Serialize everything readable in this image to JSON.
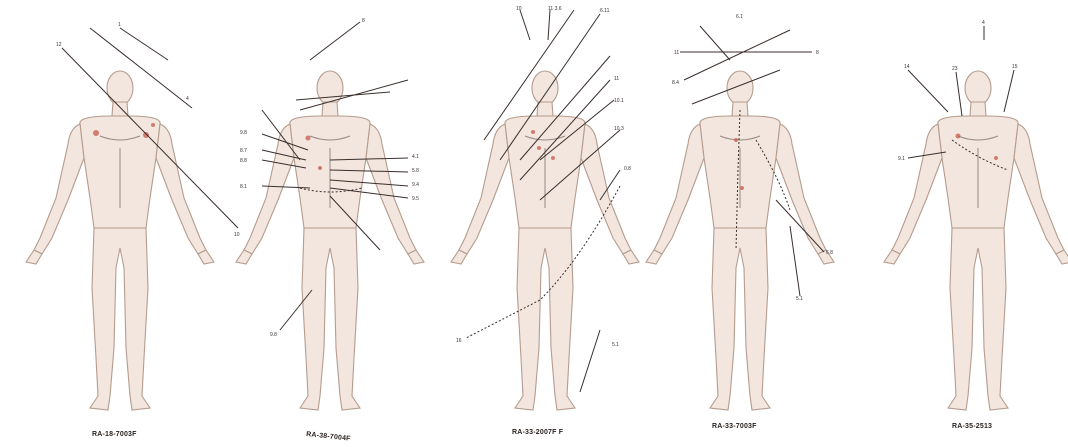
{
  "figures": [
    {
      "id": "f1",
      "caption": "RA-18-7003F"
    },
    {
      "id": "f2",
      "caption": "RA-38-7004F"
    },
    {
      "id": "f3",
      "caption": "RA-33-2007F  F"
    },
    {
      "id": "f4",
      "caption": "RA-33-7003F"
    },
    {
      "id": "f5",
      "caption": "RA-35-2513"
    }
  ]
}
